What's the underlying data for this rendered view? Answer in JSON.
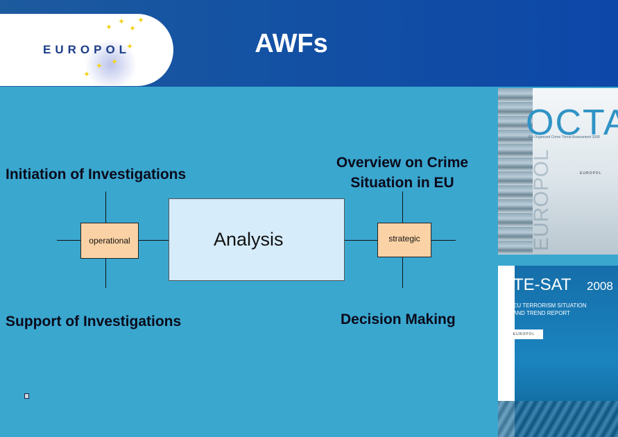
{
  "header": {
    "logo_text": "EUROPOL",
    "title": "AWFs"
  },
  "diagram": {
    "label_top_left": "Initiation of Investigations",
    "label_bottom_left": "Support of Investigations",
    "label_top_right_line1": "Overview on Crime",
    "label_top_right_line2": "Situation in EU",
    "label_bottom_right": "Decision Making",
    "operational_box": "operational",
    "analysis_box": "Analysis",
    "strategic_box": "strategic"
  },
  "covers": {
    "octa": {
      "title": "OCTA",
      "vertical_text": "EUROPOL",
      "subtitle": "EU Organised Crime Threat Assessment 2008",
      "logo": "EUROPOL"
    },
    "tesat": {
      "title": "TE-SAT",
      "year": "2008",
      "subtitle_line1": "EU TERRORISM SITUATION",
      "subtitle_line2": "AND TREND REPORT",
      "logo": "EUROPOL"
    }
  },
  "colors": {
    "background": "#3aa7cf",
    "header": "#1452a3",
    "small_box_fill": "#fbd2a5",
    "analysis_fill": "#d6ecfb",
    "title_text": "#ffffff"
  }
}
